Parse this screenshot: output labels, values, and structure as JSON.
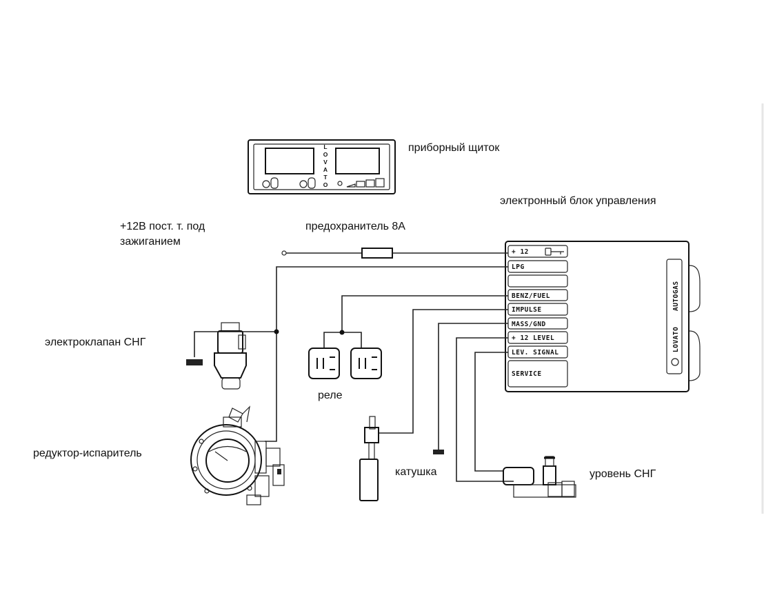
{
  "labels": {
    "dashboard": "приборный щиток",
    "ecu": "электронный блок управления",
    "power": "+12В пост. т. под",
    "power2": "зажиганием",
    "fuse": "предохранитель 8А",
    "valve": "электроклапан СНГ",
    "relay": "реле",
    "reducer": "редуктор-испаритель",
    "coil": "катушка",
    "level": "уровень СНГ"
  },
  "dashboard_brand": [
    "L",
    "O",
    "V",
    "A",
    "T",
    "O"
  ],
  "ecu": {
    "brand": "LOVATO",
    "model": "AUTOGAS",
    "pins": [
      "+ 12",
      "LPG",
      "",
      "BENZ/FUEL",
      "IMPULSE",
      "MASS/GND",
      "+ 12 LEVEL",
      "LEV. SIGNAL",
      "SERVICE"
    ]
  }
}
